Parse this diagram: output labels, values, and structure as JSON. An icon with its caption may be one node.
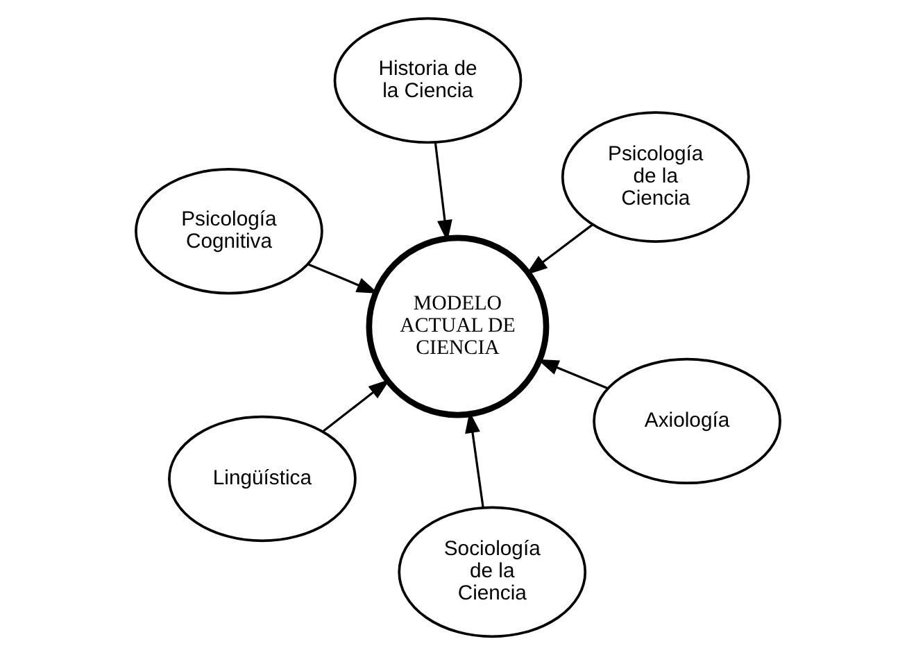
{
  "diagram": {
    "nodes": [
      {
        "text": [
          "Psicología Cognitiva"
        ]
      },
      {
        "text": [
          "Axiología"
        ]
      },
      {
        "text": [
          "Sociología de la Ciencia"
        ]
      },
      {
        "text": [
          "MODELO ACTUAL DE CIENCIA"
        ]
      },
      {
        "text": [
          "Psicología de la Ciencia"
        ]
      },
      {
        "text": [
          "Historia de la Ciencia"
        ]
      },
      {
        "text": [
          "Lingüística"
        ]
      }
    ],
    "edges": [
      {
        "from": 0,
        "to": 3,
        "arrow": "to"
      },
      {
        "from": 1,
        "to": 3,
        "arrow": "to"
      },
      {
        "from": 2,
        "to": 3,
        "arrow": "to"
      },
      {
        "from": 4,
        "to": 3,
        "arrow": "to"
      },
      {
        "from": 5,
        "to": 3,
        "arrow": "to"
      },
      {
        "from": 6,
        "to": 3,
        "arrow": "to"
      }
    ]
  }
}
